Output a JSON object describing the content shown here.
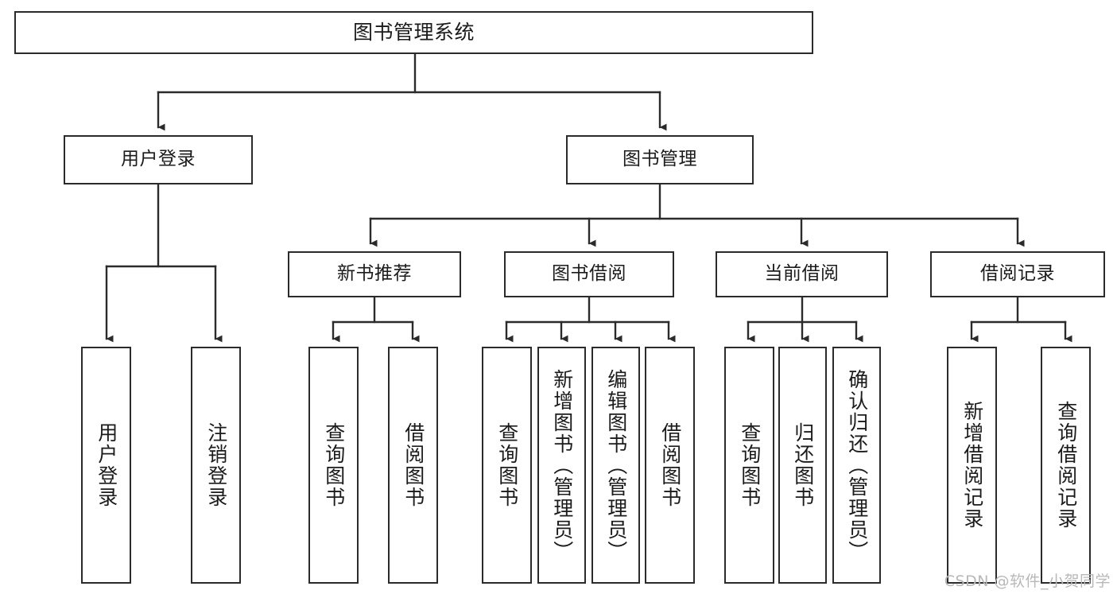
{
  "diagram": {
    "title": "图书管理系统",
    "type": "tree",
    "root": {
      "label": "图书管理系统"
    },
    "level2": [
      {
        "id": "user-login",
        "label": "用户登录"
      },
      {
        "id": "book-manage",
        "label": "图书管理"
      }
    ],
    "level3": [
      {
        "id": "new-book-recommend",
        "label": "新书推荐",
        "parent": "book-manage"
      },
      {
        "id": "book-borrow",
        "label": "图书借阅",
        "parent": "book-manage"
      },
      {
        "id": "current-borrow",
        "label": "当前借阅",
        "parent": "book-manage"
      },
      {
        "id": "borrow-record",
        "label": "借阅记录",
        "parent": "book-manage"
      }
    ],
    "leaves": [
      {
        "id": "leaf-user-login",
        "label": "用户登录",
        "parent": "user-login"
      },
      {
        "id": "leaf-logout-login",
        "label": "注销登录",
        "parent": "user-login"
      },
      {
        "id": "leaf-query-book-1",
        "label": "查询图书",
        "parent": "new-book-recommend"
      },
      {
        "id": "leaf-borrow-book-1",
        "label": "借阅图书",
        "parent": "new-book-recommend"
      },
      {
        "id": "leaf-query-book-2",
        "label": "查询图书",
        "parent": "book-borrow"
      },
      {
        "id": "leaf-add-book",
        "label": "新增图书（管理员）",
        "parent": "book-borrow"
      },
      {
        "id": "leaf-edit-book",
        "label": "编辑图书（管理员）",
        "parent": "book-borrow"
      },
      {
        "id": "leaf-borrow-book-2",
        "label": "借阅图书",
        "parent": "book-borrow"
      },
      {
        "id": "leaf-query-book-3",
        "label": "查询图书",
        "parent": "current-borrow"
      },
      {
        "id": "leaf-return-book",
        "label": "归还图书",
        "parent": "current-borrow"
      },
      {
        "id": "leaf-confirm-return",
        "label": "确认归还（管理员）",
        "parent": "current-borrow"
      },
      {
        "id": "leaf-add-record",
        "label": "新增借阅记录",
        "parent": "borrow-record"
      },
      {
        "id": "leaf-query-record",
        "label": "查询借阅记录",
        "parent": "borrow-record"
      }
    ],
    "colors": {
      "stroke": "#2b2b2b",
      "fill": "#ffffff",
      "text": "#1b1b1b",
      "watermark": "#b8b8b8"
    }
  },
  "watermark": {
    "text": "CSDN @软件_小贺同学"
  }
}
